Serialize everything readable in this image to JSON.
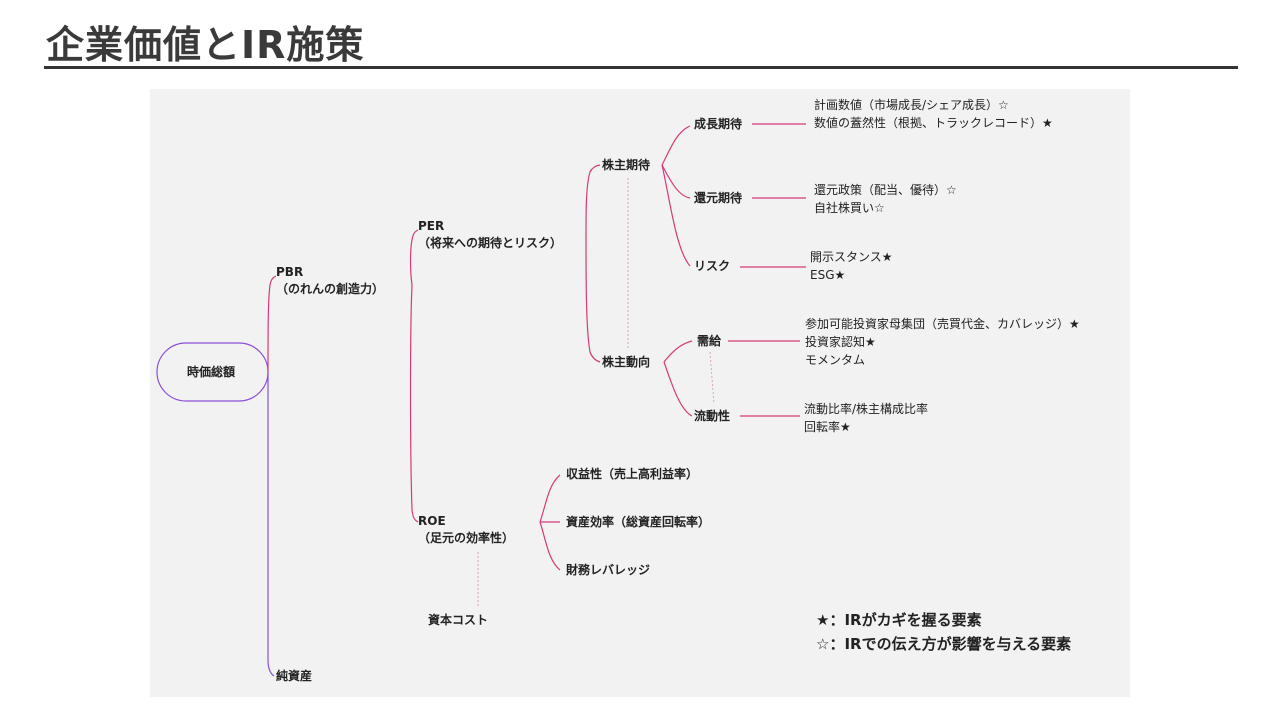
{
  "title": "企業価値とIR施策",
  "root": "時価総額",
  "pbr": {
    "line1": "PBR",
    "line2": "（のれんの創造力）"
  },
  "net_assets": "純資産",
  "per": {
    "line1": "PER",
    "line2": "（将来への期待とリスク）"
  },
  "roe": {
    "line1": "ROE",
    "line2": "（足元の効率性）"
  },
  "cost_of_capital": "資本コスト",
  "shareholder_expectation": "株主期待",
  "shareholder_behavior": "株主動向",
  "growth_expectation": {
    "label": "成長期待",
    "items": [
      "計画数値（市場成長/シェア成長）☆",
      "数値の蓋然性（根拠、トラックレコード）★"
    ]
  },
  "return_expectation": {
    "label": "還元期待",
    "items": [
      "還元政策（配当、優待）☆",
      "自社株買い☆"
    ]
  },
  "risk": {
    "label": "リスク",
    "items": [
      "開示スタンス★",
      "ESG★"
    ]
  },
  "supply_demand": {
    "label": "需給",
    "items": [
      "参加可能投資家母集団（売買代金、カバレッジ）★",
      "投資家認知★",
      "モメンタム"
    ]
  },
  "liquidity": {
    "label": "流動性",
    "items": [
      "流動比率/株主構成比率",
      "回転率★"
    ]
  },
  "roe_items": [
    "収益性（売上高利益率）",
    "資産効率（総資産回転率）",
    "財務レバレッジ"
  ],
  "legend": {
    "filled": "★：IRがカギを握る要素",
    "outline": "☆：IRでの伝え方が影響を与える要素"
  },
  "colors": {
    "branch": "#d63a7a",
    "trunk": "#8a4fd6",
    "dotted": "#e0a0b8"
  }
}
